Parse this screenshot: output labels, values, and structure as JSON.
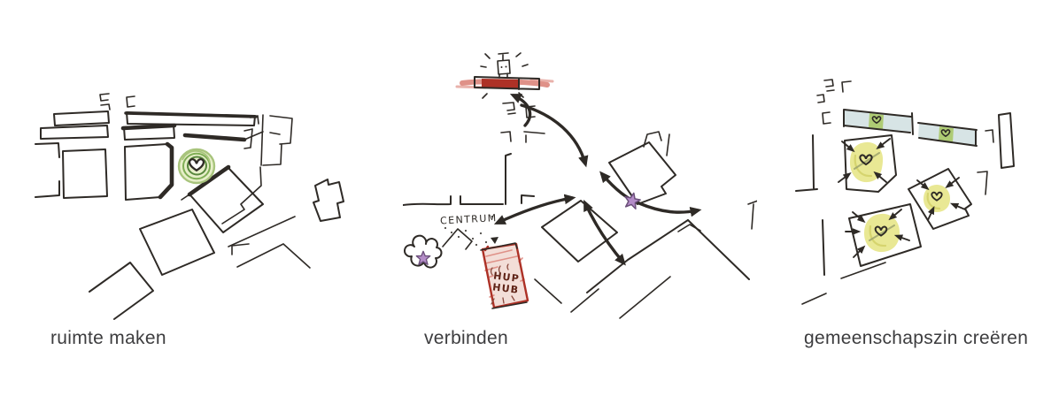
{
  "page": {
    "background": "#ffffff"
  },
  "panels": [
    {
      "id": "ruimte-maken",
      "caption": "ruimte maken"
    },
    {
      "id": "verbinden",
      "caption": "verbinden",
      "labels": {
        "centrum": "CENTRUM",
        "hub_line1": "HUP",
        "hub_line2": "HUB"
      }
    },
    {
      "id": "gemeenschapszin-creeren",
      "caption": "gemeenschapszin creëren"
    }
  ],
  "icons": {
    "heart-icon": "♡",
    "star-icon": "★",
    "tram-icon": "▣ tram stop glyph",
    "arrow-icon": "↔",
    "cloud-icon": "☁",
    "marker-icon": "▼"
  },
  "colors": {
    "bg": "#ffffff",
    "ink": "#2e2a26",
    "caption": "#3d3d3f",
    "red": "#ad3126",
    "red_soft": "#df9188",
    "red_fill": "#f3ded8",
    "hub_text": "#5f2317",
    "purple": "#b48cc8",
    "purple_dark": "#6b4f7a",
    "green_fill": "#e7efc9",
    "green_ring": "#7fae55",
    "green_ring_light": "#a8c47c",
    "green_ring_dark": "#57863c",
    "green_square": "#aecb74",
    "yellow": "#e9e894",
    "yellow_dark": "#d6d46e",
    "blue_band": "#d7e4e5"
  }
}
